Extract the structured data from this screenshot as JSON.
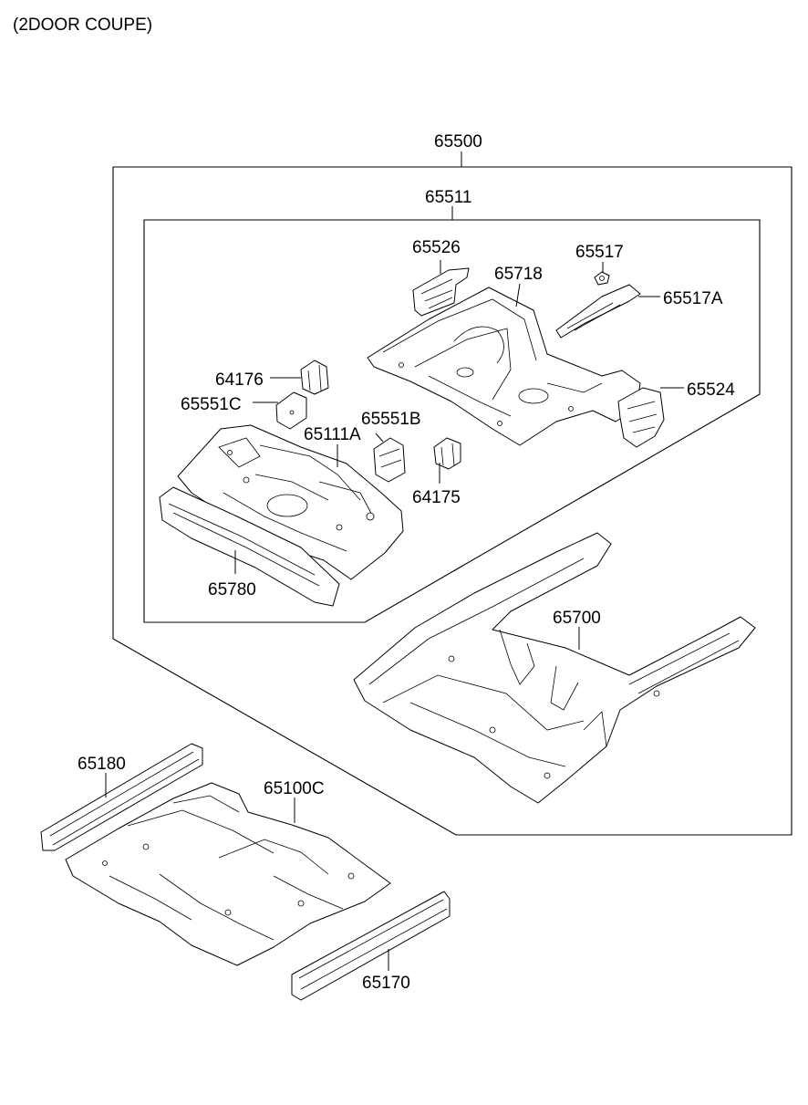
{
  "header": {
    "title": "(2DOOR COUPE)"
  },
  "labels": {
    "l65500": "65500",
    "l65511": "65511",
    "l65526": "65526",
    "l65517": "65517",
    "l65718": "65718",
    "l65517A": "65517A",
    "l64176": "64176",
    "l65551C": "65551C",
    "l65111A": "65111A",
    "l65551B": "65551B",
    "l65524": "65524",
    "l64175": "64175",
    "l65780": "65780",
    "l65700": "65700",
    "l65180": "65180",
    "l65100C": "65100C",
    "l65170": "65170"
  }
}
